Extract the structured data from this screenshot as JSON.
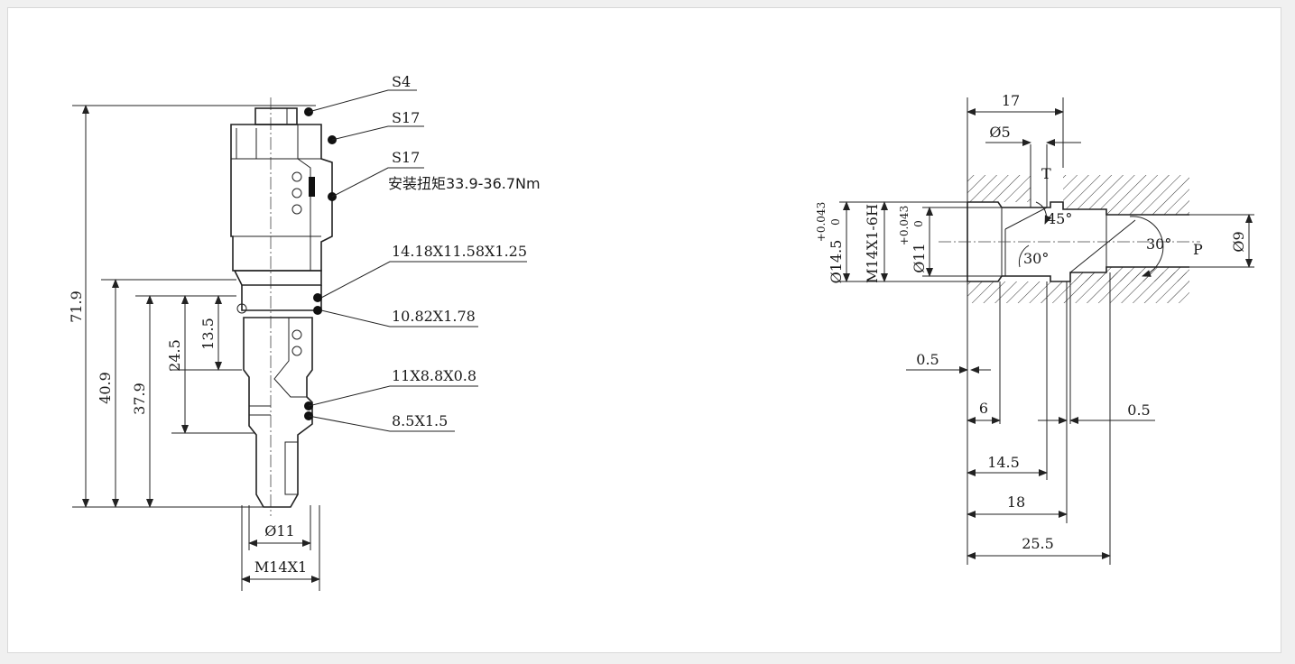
{
  "valve": {
    "callouts": [
      "S4",
      "S17",
      "S17",
      "安装扭矩33.9-36.7Nm",
      "14.18X11.58X1.25",
      "10.82X1.78",
      "11X8.8X0.8",
      "8.5X1.5"
    ],
    "dims_vertical": [
      "71.9",
      "40.9",
      "37.9",
      "24.5",
      "13.5"
    ],
    "dims_horizontal": [
      "Ø11",
      "M14X1"
    ]
  },
  "cavity": {
    "dims_top": [
      "17",
      "Ø5"
    ],
    "port_t": "T",
    "port_p": "P",
    "angles": [
      "45°",
      "30°",
      "30°"
    ],
    "dims_left": [
      "Ø14.5",
      "+0.043",
      "0",
      "M14X1-6H",
      "Ø11",
      "+0.043",
      "0"
    ],
    "dim_right": "Ø9",
    "dims_bottom": [
      "0.5",
      "6",
      "0.5",
      "14.5",
      "18",
      "25.5"
    ]
  }
}
